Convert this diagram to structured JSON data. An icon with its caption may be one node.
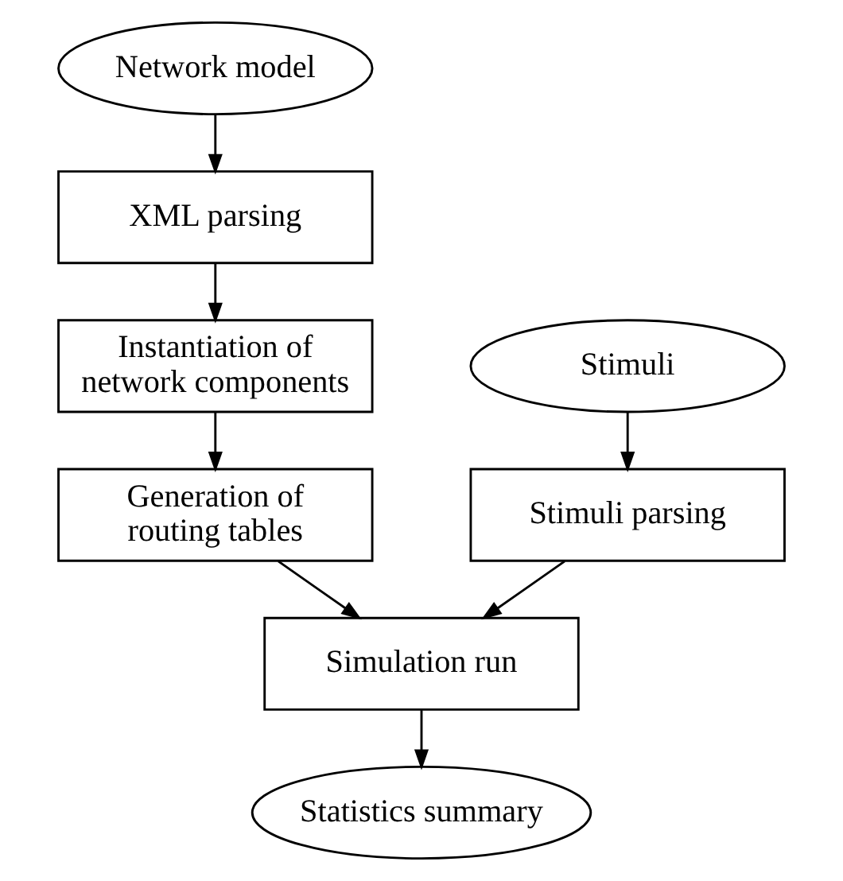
{
  "diagram": {
    "nodes": [
      {
        "text": [
          "Network model"
        ]
      },
      {
        "text": [
          "XML parsing"
        ]
      },
      {
        "text": [
          "Instantiation of network components"
        ]
      },
      {
        "text": [
          "Generation of routing tables"
        ]
      },
      {
        "text": [
          "Stimuli"
        ]
      },
      {
        "text": [
          "Stimuli parsing"
        ]
      },
      {
        "text": [
          "Simulation run"
        ]
      },
      {
        "text": [
          "Statistics summary"
        ]
      }
    ],
    "edges": [
      {
        "from": 0,
        "to": 1,
        "arrow": "to"
      },
      {
        "from": 1,
        "to": 2,
        "arrow": "to"
      },
      {
        "from": 2,
        "to": 3,
        "arrow": "to"
      },
      {
        "from": 4,
        "to": 5,
        "arrow": "to"
      },
      {
        "from": 3,
        "to": 6,
        "arrow": "to"
      },
      {
        "from": 5,
        "to": 6,
        "arrow": "to"
      },
      {
        "from": 6,
        "to": 7,
        "arrow": "to"
      }
    ]
  }
}
